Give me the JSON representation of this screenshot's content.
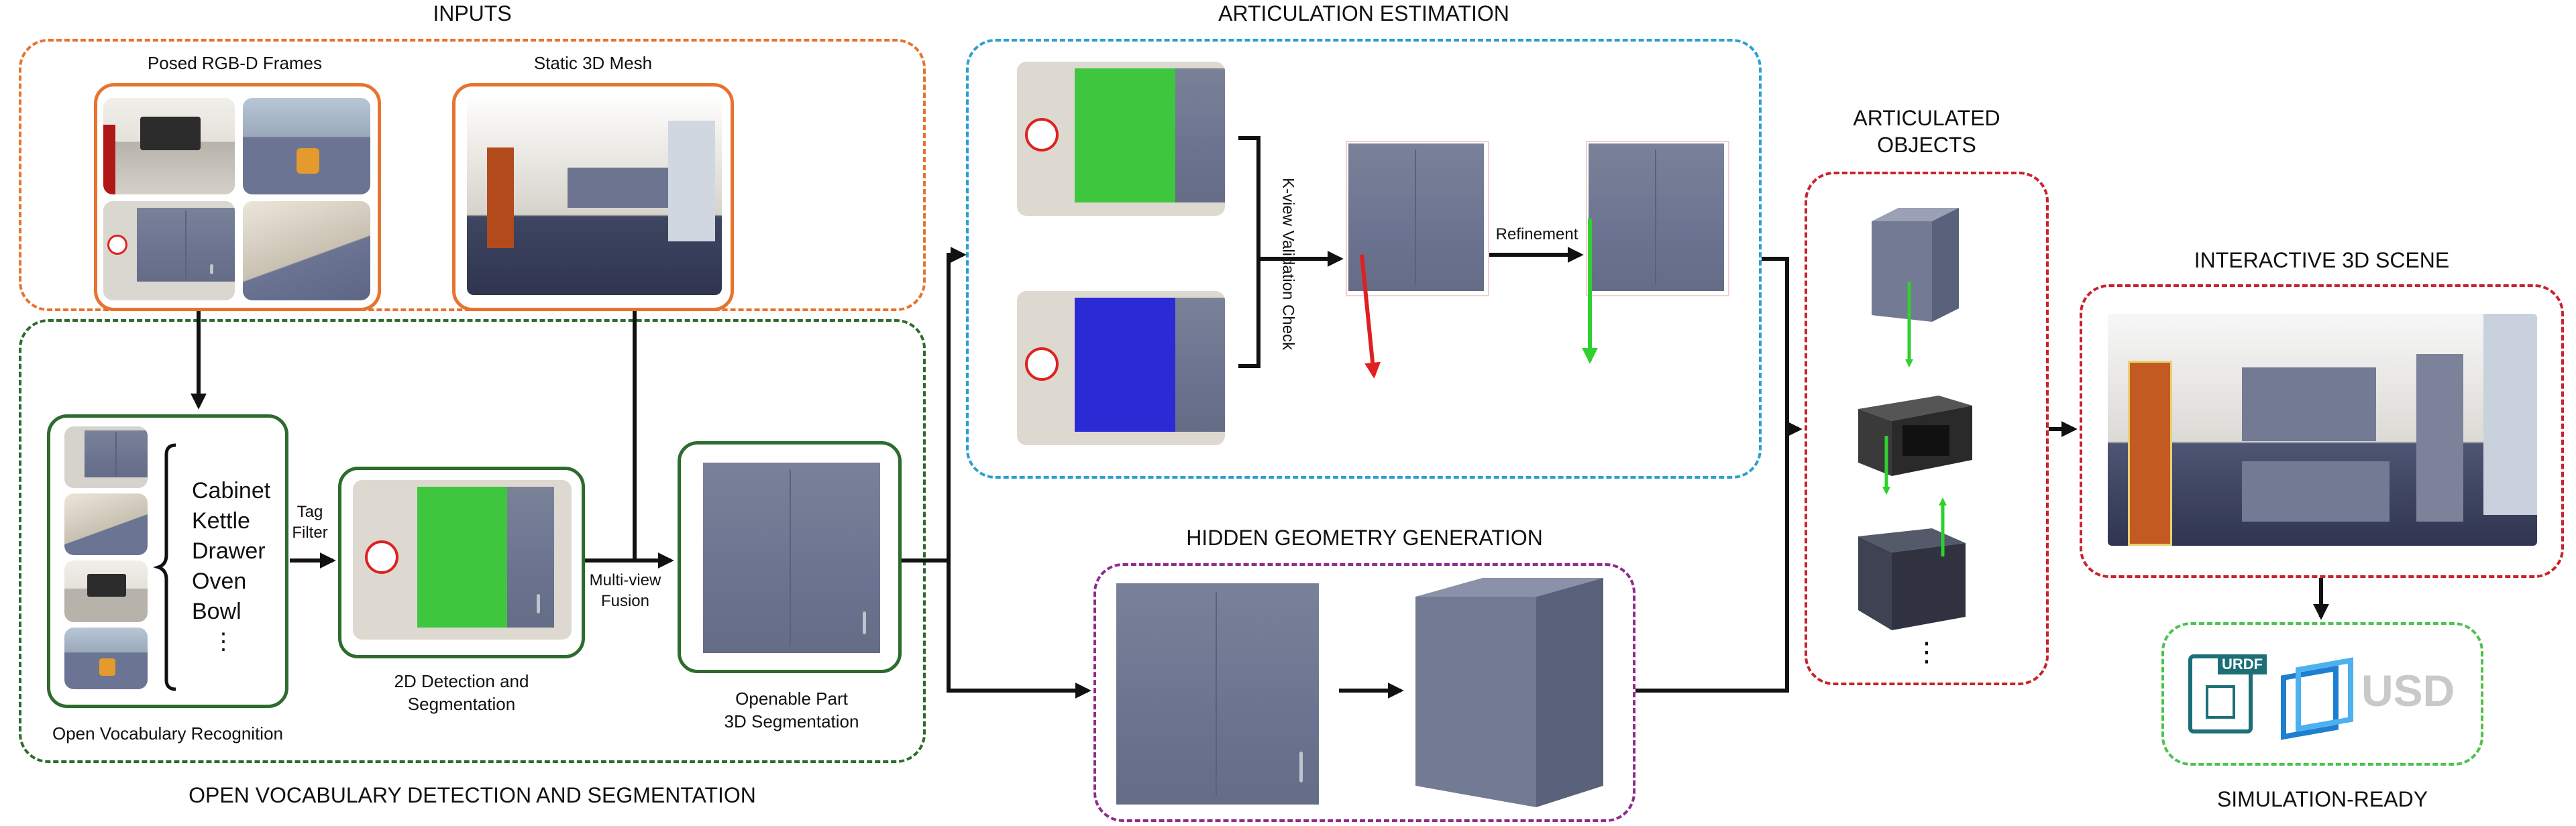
{
  "sections": {
    "inputs": {
      "title": "INPUTS",
      "posed_frames_label": "Posed RGB-D Frames",
      "mesh_label": "Static 3D Mesh",
      "color": "#e8732f"
    },
    "ovds": {
      "title": "OPEN VOCABULARY DETECTION AND SEGMENTATION",
      "color": "#2e6b2e",
      "recognition_label": "Open Vocabulary Recognition",
      "tags": [
        "Cabinet",
        "Kettle",
        "Drawer",
        "Oven",
        "Bowl",
        "⋮"
      ],
      "tag_filter_label": "Tag\nFilter",
      "detection_label": "2D Detection and\nSegmentation",
      "multiview_label": "Multi-view\nFusion",
      "openable_label": "Openable Part\n3D Segmentation"
    },
    "articulation": {
      "title": "ARTICULATION ESTIMATION",
      "color": "#2d9fd0",
      "kview_label": "K-view Validation Check",
      "refinement_label": "Refinement"
    },
    "hidden": {
      "title": "HIDDEN GEOMETRY GENERATION",
      "color": "#8e2b8e"
    },
    "articulated": {
      "title": "ARTICULATED\nOBJECTS",
      "color": "#c8232c",
      "more": "⋮"
    },
    "interactive": {
      "title": "INTERACTIVE 3D SCENE",
      "color": "#c8232c"
    },
    "simready": {
      "title": "SIMULATION-READY",
      "color": "#4cc24c",
      "urdf_label": "URDF",
      "usd_label": "USD"
    }
  },
  "colors": {
    "mask_green": "#3ec63e",
    "mask_blue": "#2b2bd6",
    "axis_red": "#e02020",
    "axis_green": "#2fd02f",
    "cabinet": "#737a94"
  }
}
